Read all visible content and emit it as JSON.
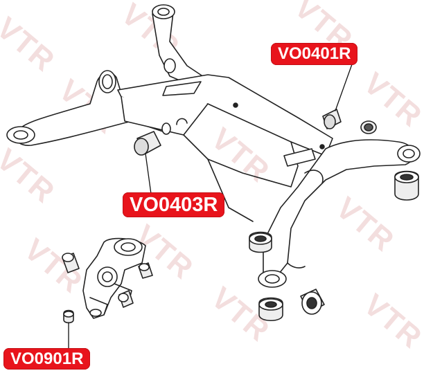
{
  "watermark": {
    "text": "VTR",
    "color": "#f3dede"
  },
  "parts": [
    {
      "id": "part-0401",
      "label": "VO0401R"
    },
    {
      "id": "part-0403",
      "label": "VO0403R"
    },
    {
      "id": "part-0901",
      "label": "VO0901R"
    }
  ],
  "colors": {
    "tag_bg": "#e8141c",
    "tag_text": "#ffffff",
    "line": "#222222",
    "bushing": "#eeeeee"
  }
}
